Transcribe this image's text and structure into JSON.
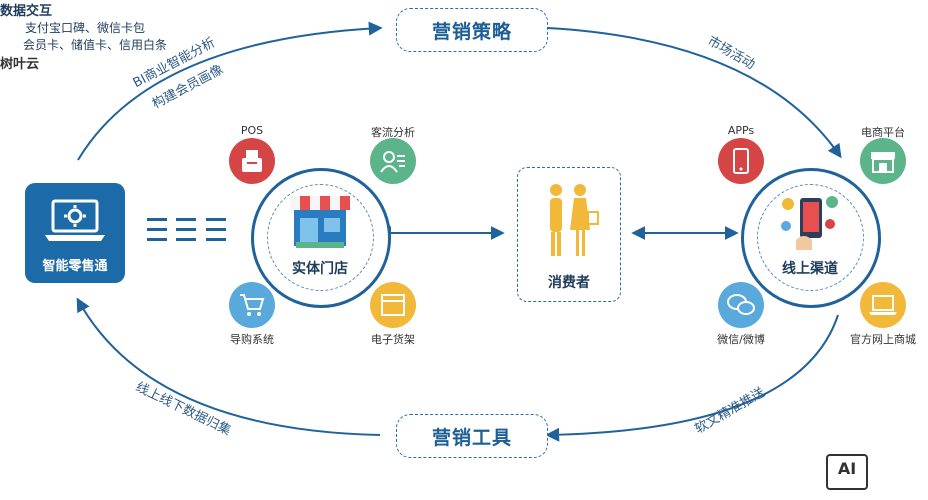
{
  "top_pill": "营销策略",
  "bottom_pill": "营销工具",
  "left_box": "智能零售通",
  "data_exchange": "数据交互",
  "left_hub": "实体门店",
  "center": "消费者",
  "right_hub": "线上渠道",
  "arc_top_left_1": "BI商业智能分析",
  "arc_top_left_2": "构建会员画像",
  "arc_top_right": "市场活动",
  "arc_bottom_left": "线上线下数据归集",
  "arc_bottom_right": "软文精准推送",
  "left_icons": {
    "pos": "POS",
    "traffic": "客流分析",
    "guide": "导购系统",
    "shelf": "电子货架"
  },
  "right_icons": {
    "apps": "APPs",
    "ecom": "电商平台",
    "wechat": "微信/微博",
    "mall": "官方网上商城"
  },
  "tools_line1": "支付宝口碑、微信卡包",
  "tools_line2": "会员卡、储值卡、信用白条",
  "watermark": "树叶云",
  "watermark_logo": "AI",
  "colors": {
    "primary": "#1d5e96",
    "red": "#d64545",
    "green": "#5cb48a",
    "orange": "#f2b83a",
    "lightblue": "#5aa9dd"
  }
}
